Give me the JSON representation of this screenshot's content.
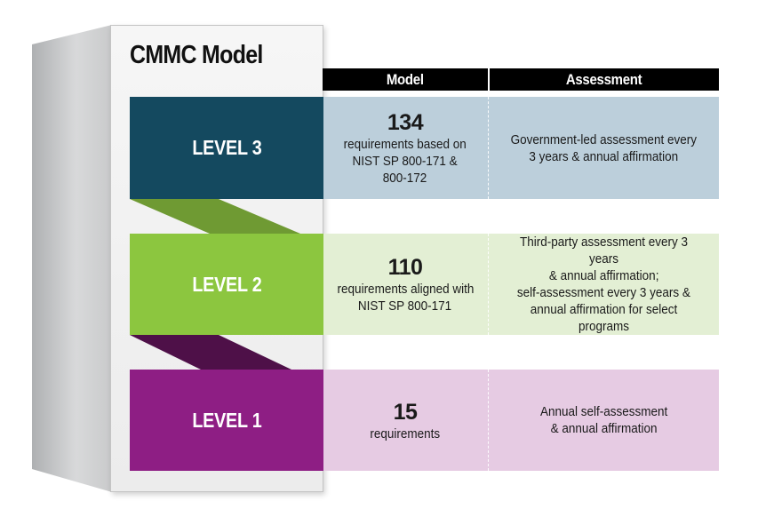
{
  "title": "CMMC Model",
  "headers": {
    "model": "Model",
    "assessment": "Assessment"
  },
  "levels": [
    {
      "label": "LEVEL 3",
      "count": "134",
      "desc_lines": [
        "requirements based on",
        "NIST SP 800-171 &",
        "800-172"
      ],
      "assess_lines": [
        "Government-led assessment every",
        "3 years & annual affirmation"
      ],
      "block_color": "#14495f",
      "row_color": "#bccfdb"
    },
    {
      "label": "LEVEL 2",
      "count": "110",
      "desc_lines": [
        "requirements aligned with",
        "NIST SP 800-171"
      ],
      "assess_lines": [
        "Third-party assessment every 3 years",
        "& annual affirmation;",
        "self-assessment every 3 years &",
        "annual affirmation for select programs"
      ],
      "block_color": "#8cc63f",
      "row_color": "#e3efd4"
    },
    {
      "label": "LEVEL 1",
      "count": "15",
      "desc_lines": [
        "requirements"
      ],
      "assess_lines": [
        "Annual self-assessment",
        "& annual affirmation"
      ],
      "block_color": "#8e1e84",
      "row_color": "#e6cbe3"
    }
  ],
  "connector_colors": {
    "l3_to_l2": "#6f9a33",
    "l2_to_l1": "#4e1048"
  }
}
